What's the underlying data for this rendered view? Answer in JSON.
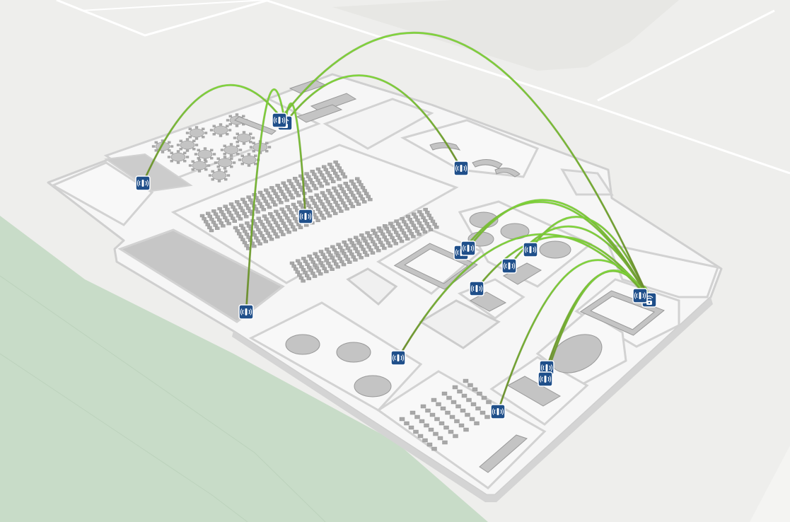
{
  "map": {
    "colors": {
      "background": "#eeeeec",
      "ground_light": "#f2f2f0",
      "park": "#c8dcc8",
      "road_line": "#ffffff",
      "floor": "#f6f6f6",
      "wall": "#d8d8d8",
      "wall_top": "#fafafa",
      "furniture": "#a8a8a8",
      "stage": "#c4c4c4",
      "marker_bg": "#1f4f8a",
      "marker_fg": "#ffffff",
      "link_dark": "#6b8a2e",
      "link_light": "#7ed63a"
    },
    "icons": {
      "sensor": "wireless-sensor-icon",
      "gateway": "wifi-gateway-icon"
    },
    "floorplan": {
      "rooms": [
        "banquet-hall-north",
        "theater-hall-main",
        "storage-west",
        "exhibit-hall-southwest",
        "boardroom-center",
        "meeting-room-center-east",
        "banquet-room-south",
        "classroom-south",
        "boardroom-east",
        "conference-room-southeast"
      ]
    },
    "devices": [
      {
        "type": "gateway"
      },
      {
        "type": "gateway"
      },
      {
        "type": "sensor"
      },
      {
        "type": "sensor"
      },
      {
        "type": "sensor"
      },
      {
        "type": "sensor"
      },
      {
        "type": "sensor"
      },
      {
        "type": "sensor"
      },
      {
        "type": "sensor"
      },
      {
        "type": "sensor"
      },
      {
        "type": "sensor"
      },
      {
        "type": "sensor"
      },
      {
        "type": "sensor"
      },
      {
        "type": "sensor"
      },
      {
        "type": "sensor"
      },
      {
        "type": "sensor"
      },
      {
        "type": "sensor"
      }
    ],
    "links": [
      {
        "from": 0,
        "to": 2
      },
      {
        "from": 0,
        "to": 4
      },
      {
        "from": 0,
        "to": 5
      },
      {
        "from": 0,
        "to": 3
      },
      {
        "from": 1,
        "to": 6
      },
      {
        "from": 1,
        "to": 7
      },
      {
        "from": 1,
        "to": 8
      },
      {
        "from": 1,
        "to": 9
      },
      {
        "from": 1,
        "to": 10
      },
      {
        "from": 1,
        "to": 11
      },
      {
        "from": 1,
        "to": 12
      },
      {
        "from": 1,
        "to": 13
      },
      {
        "from": 1,
        "to": 14
      },
      {
        "from": 1,
        "to": 15
      },
      {
        "from": 1,
        "to": 16
      }
    ]
  }
}
